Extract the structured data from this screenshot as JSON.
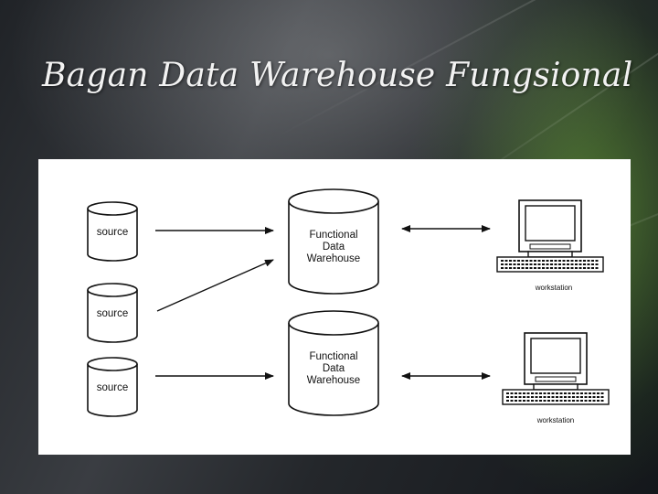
{
  "slide": {
    "title": "Bagan Data Warehouse Fungsional"
  },
  "diagram": {
    "sources": [
      {
        "label": "source"
      },
      {
        "label": "source"
      },
      {
        "label": "source"
      }
    ],
    "warehouses": [
      {
        "line1": "Functional",
        "line2": "Data",
        "line3": "Warehouse"
      },
      {
        "line1": "Functional",
        "line2": "Data",
        "line3": "Warehouse"
      }
    ],
    "workstations": [
      {
        "label": "workstation"
      },
      {
        "label": "workstation"
      }
    ],
    "colors": {
      "stroke": "#111111",
      "panel": "#ffffff",
      "title": "#f2f2f2"
    }
  }
}
